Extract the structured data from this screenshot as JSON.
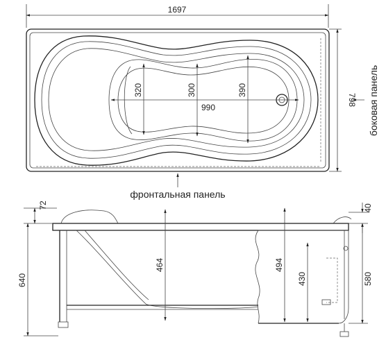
{
  "top_view": {
    "length": "1697",
    "width": "798",
    "center_length": "990",
    "inner_widths": [
      "320",
      "300",
      "390"
    ],
    "side_panel_label": "боковая панель",
    "front_panel_label": "фронтальная панель"
  },
  "side_view": {
    "rim_height": "72",
    "total_height": "640",
    "depth_left": "464",
    "depth_right": "494",
    "rim_right": "40",
    "drain_height": "430",
    "panel_height": "580"
  }
}
